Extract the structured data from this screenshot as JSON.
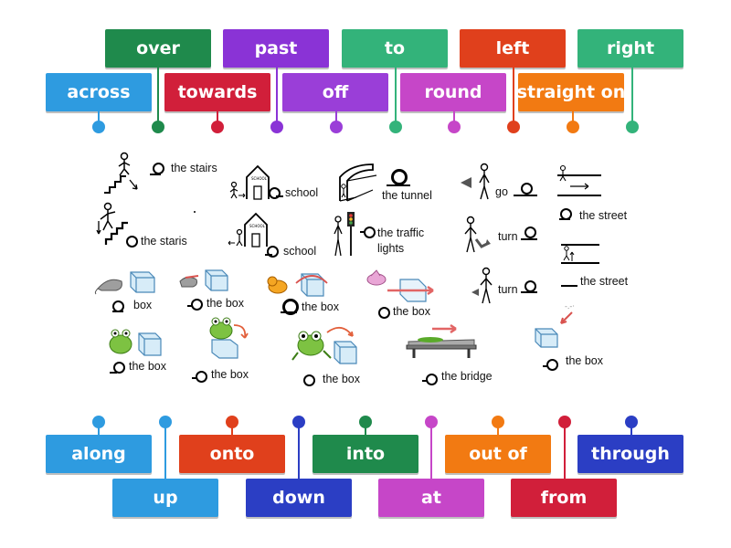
{
  "top_tiles": [
    {
      "label": "over",
      "color": "#1f8a4c"
    },
    {
      "label": "past",
      "color": "#8a33d6"
    },
    {
      "label": "to",
      "color": "#33b37a"
    },
    {
      "label": "left",
      "color": "#e0401c"
    },
    {
      "label": "right",
      "color": "#33b37a"
    },
    {
      "label": "across",
      "color": "#2e9be0"
    },
    {
      "label": "towards",
      "color": "#d11f3a"
    },
    {
      "label": "off",
      "color": "#9a3ed8"
    },
    {
      "label": "round",
      "color": "#c646c8"
    },
    {
      "label": "straight on",
      "color": "#f27a12"
    }
  ],
  "bottom_tiles": [
    {
      "label": "along",
      "color": "#2e9be0"
    },
    {
      "label": "onto",
      "color": "#e0401c"
    },
    {
      "label": "into",
      "color": "#1f8a4c"
    },
    {
      "label": "out of",
      "color": "#f27a12"
    },
    {
      "label": "through",
      "color": "#2b3ec4"
    },
    {
      "label": "up",
      "color": "#2e9be0"
    },
    {
      "label": "down",
      "color": "#2b3ec4"
    },
    {
      "label": "at",
      "color": "#c646c8"
    },
    {
      "label": "from",
      "color": "#d11f3a"
    }
  ],
  "pins_top": [
    "#2e9be0",
    "#1f8a4c",
    "#d11f3a",
    "#8a33d6",
    "#9a3ed8",
    "#33b37a",
    "#c646c8",
    "#e0401c",
    "#f27a12",
    "#33b37a"
  ],
  "pins_bottom": [
    "#2e9be0",
    "#2e9be0",
    "#e0401c",
    "#2b3ec4",
    "#1f8a4c",
    "#c646c8",
    "#f27a12",
    "#d11f3a",
    "#2b3ec4"
  ],
  "items": [
    {
      "text": "the stairs"
    },
    {
      "text": "school"
    },
    {
      "text": "the tunnel"
    },
    {
      "text": "go"
    },
    {
      "text": "the street"
    },
    {
      "text": "the staris"
    },
    {
      "text": "school"
    },
    {
      "text": "the traffic lights"
    },
    {
      "text": "turn"
    },
    {
      "text": "the street"
    },
    {
      "text": "box"
    },
    {
      "text": "the box"
    },
    {
      "text": "the box"
    },
    {
      "text": "the box"
    },
    {
      "text": "turn"
    },
    {
      "text": "the box"
    },
    {
      "text": "the box"
    },
    {
      "text": "the box"
    },
    {
      "text": "the bridge"
    },
    {
      "text": "the box"
    }
  ]
}
